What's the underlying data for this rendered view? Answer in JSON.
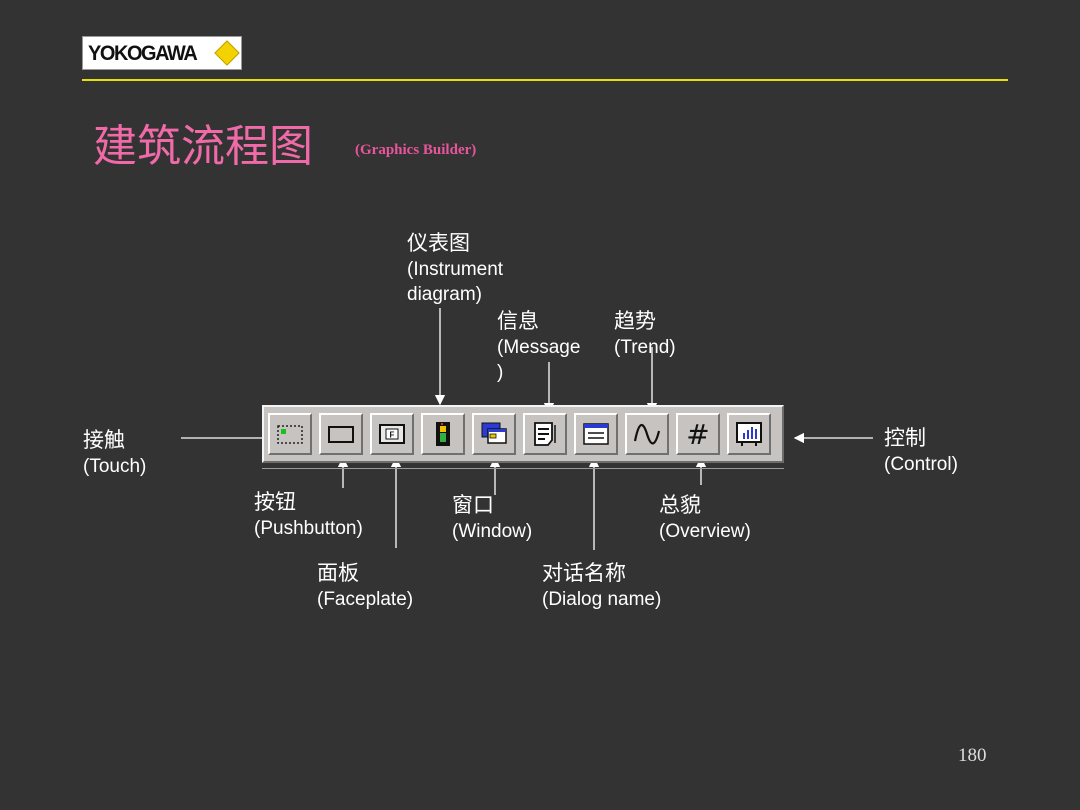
{
  "logo": {
    "text": "YOKOGAWA"
  },
  "title": {
    "main": "建筑流程图",
    "sub": "(Graphics Builder)"
  },
  "labels": {
    "instrument": {
      "zh": "仪表图",
      "en_line1": "(Instrument",
      "en_line2": "diagram)"
    },
    "message": {
      "zh": "信息",
      "en_line1": "(Message",
      "en_line2": ")"
    },
    "trend": {
      "zh": "趋势",
      "en": "(Trend)"
    },
    "touch": {
      "zh": "接触",
      "en": "(Touch)"
    },
    "control": {
      "zh": "控制",
      "en": "(Control)"
    },
    "pushbutton": {
      "zh": "按钮",
      "en": "(Pushbutton)"
    },
    "window": {
      "zh": "窗口",
      "en": "(Window)"
    },
    "overview": {
      "zh": "总貌",
      "en": "(Overview)"
    },
    "faceplate": {
      "zh": "面板",
      "en": "(Faceplate)"
    },
    "dialog": {
      "zh": "对话名称",
      "en": "(Dialog name)"
    }
  },
  "toolbar": {
    "buttons": [
      {
        "icon": "touch-target-icon"
      },
      {
        "icon": "pushbutton-icon"
      },
      {
        "icon": "faceplate-icon",
        "glyph": "F"
      },
      {
        "icon": "instrument-diagram-icon"
      },
      {
        "icon": "window-icon"
      },
      {
        "icon": "message-icon"
      },
      {
        "icon": "dialog-name-icon"
      },
      {
        "icon": "trend-icon"
      },
      {
        "icon": "overview-icon",
        "glyph": "#"
      },
      {
        "icon": "control-icon"
      }
    ]
  },
  "page_number": "180"
}
